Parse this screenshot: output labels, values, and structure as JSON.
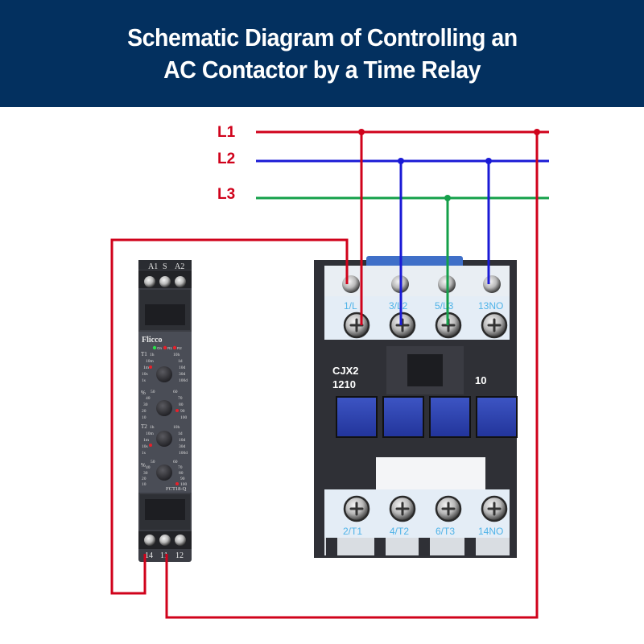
{
  "header": {
    "title_line1": "Schematic Diagram of Controlling an",
    "title_line2": "AC Contactor by a Time Relay",
    "background": "#03305f"
  },
  "lines": [
    {
      "id": "L1",
      "label": "L1",
      "color": "#d0021b"
    },
    {
      "id": "L2",
      "label": "L2",
      "color": "#1a1ad6"
    },
    {
      "id": "L3",
      "label": "L3",
      "color": "#14a04a"
    }
  ],
  "label_color": "#d0021b",
  "relay": {
    "brand": "Flicco",
    "model": "FCT18-Q",
    "top_terminals": [
      "A1",
      "S",
      "A2"
    ],
    "bottom_terminals": [
      "14",
      "11",
      "12"
    ],
    "leds": [
      "On",
      "R1",
      "R2"
    ],
    "t1": {
      "label": "T1",
      "range_left": [
        "1h",
        "10m",
        "1m",
        "10s",
        "1s"
      ],
      "range_right": [
        "10h",
        "1d",
        "10d",
        "30d",
        "100d"
      ]
    },
    "p1": {
      "label": "%",
      "range_left": [
        "50",
        "40",
        "30",
        "20",
        "10"
      ],
      "range_right": [
        "60",
        "70",
        "80",
        "90",
        "100"
      ]
    },
    "t2": {
      "label": "T2",
      "range_left": [
        "1h",
        "10m",
        "1m",
        "10s",
        "1s"
      ],
      "range_right": [
        "10h",
        "1d",
        "10d",
        "30d",
        "100d"
      ]
    },
    "p2": {
      "label": "%",
      "range_left": [
        "50",
        "40",
        "30",
        "20",
        "10"
      ],
      "range_right": [
        "60",
        "70",
        "80",
        "90",
        "100"
      ]
    }
  },
  "contactor": {
    "model_line1": "CJX2",
    "model_line2": "1210",
    "aux": "10",
    "top_terminals": [
      "1/L",
      "3/L2",
      "5/L3",
      "13NO"
    ],
    "bottom_terminals": [
      "2/T1",
      "4/T2",
      "6/T3",
      "14NO"
    ],
    "label_color": "#4fb3e8"
  }
}
